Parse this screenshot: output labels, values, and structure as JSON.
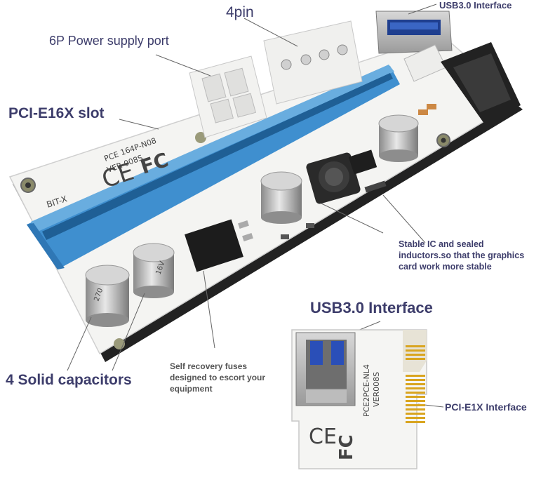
{
  "labels": {
    "usb_top": "USB3.0 Interface",
    "four_pin": "4pin",
    "six_p": "6P Power supply port",
    "pcie16": "PCI-E16X slot",
    "stable_ic": "Stable IC and sealed inductors.so that the graphics card work more stable",
    "usb_mid": "USB3.0 Interface",
    "fuses": "Self recovery fuses designed to escort your equipment",
    "caps": "4 Solid capacitors",
    "pcie1x": "PCI-E1X Interface"
  },
  "board_silk": {
    "model": "PCE 164P-N08",
    "version": "VER 008S",
    "brand": "BIT-X",
    "cap_mark_1": "16V",
    "cap_mark_2": "270",
    "small_model": "PCE2PCE-NL4",
    "small_version": "VER008S"
  },
  "colors": {
    "label_text": "#3d3d6b",
    "slot_blue": "#3f8fcf",
    "board_white": "#f4f4f2",
    "gold_contacts": "#d9a520"
  }
}
